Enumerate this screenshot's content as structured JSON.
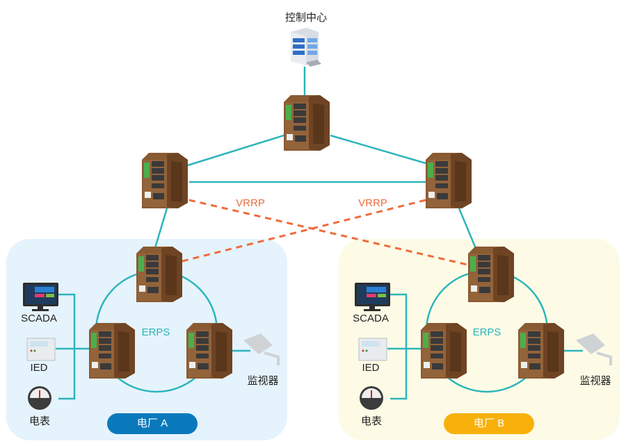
{
  "title": "控制中心",
  "colors": {
    "link": "#2bb5bb",
    "vrrp": "#f06b3c",
    "plant_a_bg": "#e5f3fc",
    "plant_b_bg": "#fdfbe6",
    "plant_a_badge": "#0a79bc",
    "plant_b_badge": "#f7b10a"
  },
  "core": {
    "control_center_label": "控制中心",
    "vrrp_labels": [
      "VRRP",
      "VRRP"
    ]
  },
  "plants": [
    {
      "name": "电厂 A",
      "ring_label": "ERPS",
      "devices": {
        "scada": "SCADA",
        "ied": "IED",
        "meter": "电表",
        "camera": "监视器"
      }
    },
    {
      "name": "电厂 B",
      "ring_label": "ERPS",
      "devices": {
        "scada": "SCADA",
        "ied": "IED",
        "meter": "电表",
        "camera": "监视器"
      }
    }
  ]
}
